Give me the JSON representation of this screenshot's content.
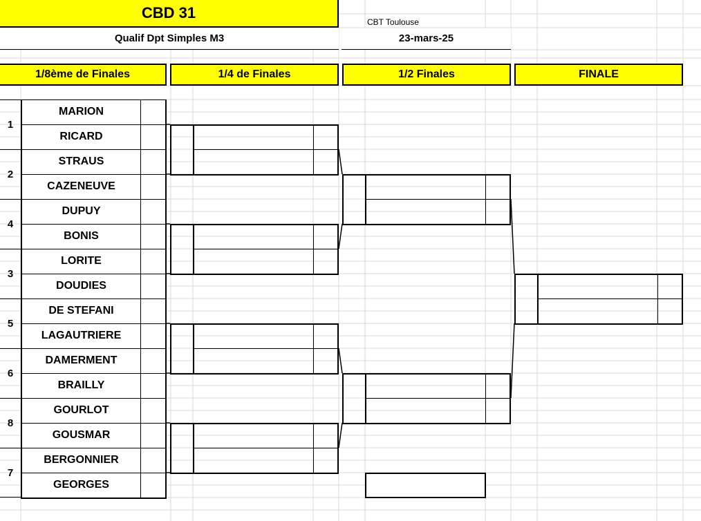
{
  "header": {
    "title": "CBD 31",
    "subtitle": "Qualif Dpt Simples M3",
    "venue": "CBT Toulouse",
    "date": "23-mars-25"
  },
  "rounds": {
    "r16": "1/8ème de Finales",
    "qf": "1/4 de Finales",
    "sf": "1/2 Finales",
    "final": "FINALE"
  },
  "seeds": [
    "1",
    "2",
    "4",
    "3",
    "5",
    "6",
    "8",
    "7"
  ],
  "players": [
    "MARION",
    "RICARD",
    "STRAUS",
    "CAZENEUVE",
    "DUPUY",
    "BONIS",
    "LORITE",
    "DOUDIES",
    "DE STEFANI",
    "LAGAUTRIERE",
    "DAMERMENT",
    "BRAILLY",
    "GOURLOT",
    "GOUSMAR",
    "BERGONNIER",
    "GEORGES"
  ]
}
